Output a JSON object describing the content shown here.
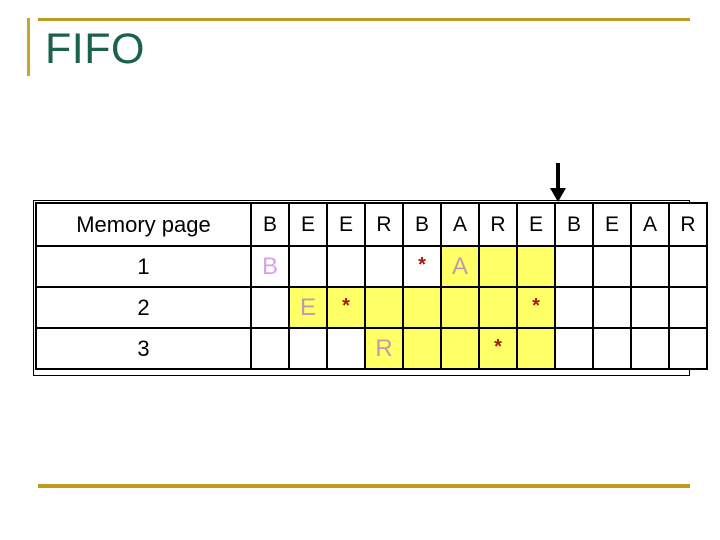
{
  "slide": {
    "title": "FIFO",
    "title_color": "#1a6249",
    "rule_color": "#bd9b1c",
    "accent_color": "#c9a52a"
  },
  "pointer": {
    "icon": "arrow-down-icon",
    "color": "#000000",
    "points_to_column_index": 8,
    "points_to_column_label": "B"
  },
  "table": {
    "row_header_label": "Memory page",
    "reference_string": [
      "B",
      "E",
      "E",
      "R",
      "B",
      "A",
      "R",
      "E",
      "B",
      "E",
      "A",
      "R"
    ],
    "highlight_color": "#ffff66",
    "letter_color": "#c29ab0",
    "fault_marker": "*",
    "fault_marker_color": "#a81717",
    "rows": [
      {
        "label": "1",
        "cells": [
          {
            "text": "B",
            "highlight": false,
            "kind": "letter-new"
          },
          {
            "text": "",
            "highlight": false,
            "kind": "empty"
          },
          {
            "text": "",
            "highlight": false,
            "kind": "empty"
          },
          {
            "text": "",
            "highlight": false,
            "kind": "empty"
          },
          {
            "text": "*",
            "highlight": false,
            "kind": "marker"
          },
          {
            "text": "A",
            "highlight": true,
            "kind": "letter"
          },
          {
            "text": "",
            "highlight": true,
            "kind": "empty"
          },
          {
            "text": "",
            "highlight": true,
            "kind": "empty"
          },
          {
            "text": "",
            "highlight": false,
            "kind": "empty"
          },
          {
            "text": "",
            "highlight": false,
            "kind": "empty"
          },
          {
            "text": "",
            "highlight": false,
            "kind": "empty"
          },
          {
            "text": "",
            "highlight": false,
            "kind": "empty"
          }
        ]
      },
      {
        "label": "2",
        "cells": [
          {
            "text": "",
            "highlight": false,
            "kind": "empty"
          },
          {
            "text": "E",
            "highlight": true,
            "kind": "letter"
          },
          {
            "text": "*",
            "highlight": true,
            "kind": "marker"
          },
          {
            "text": "",
            "highlight": true,
            "kind": "empty"
          },
          {
            "text": "",
            "highlight": true,
            "kind": "empty"
          },
          {
            "text": "",
            "highlight": true,
            "kind": "empty"
          },
          {
            "text": "",
            "highlight": true,
            "kind": "empty"
          },
          {
            "text": "*",
            "highlight": true,
            "kind": "marker"
          },
          {
            "text": "",
            "highlight": false,
            "kind": "empty"
          },
          {
            "text": "",
            "highlight": false,
            "kind": "empty"
          },
          {
            "text": "",
            "highlight": false,
            "kind": "empty"
          },
          {
            "text": "",
            "highlight": false,
            "kind": "empty"
          }
        ]
      },
      {
        "label": "3",
        "cells": [
          {
            "text": "",
            "highlight": false,
            "kind": "empty"
          },
          {
            "text": "",
            "highlight": false,
            "kind": "empty"
          },
          {
            "text": "",
            "highlight": false,
            "kind": "empty"
          },
          {
            "text": "R",
            "highlight": true,
            "kind": "letter"
          },
          {
            "text": "",
            "highlight": true,
            "kind": "empty"
          },
          {
            "text": "",
            "highlight": true,
            "kind": "empty"
          },
          {
            "text": "*",
            "highlight": true,
            "kind": "marker"
          },
          {
            "text": "",
            "highlight": true,
            "kind": "empty"
          },
          {
            "text": "",
            "highlight": false,
            "kind": "empty"
          },
          {
            "text": "",
            "highlight": false,
            "kind": "empty"
          },
          {
            "text": "",
            "highlight": false,
            "kind": "empty"
          },
          {
            "text": "",
            "highlight": false,
            "kind": "empty"
          }
        ]
      }
    ]
  }
}
